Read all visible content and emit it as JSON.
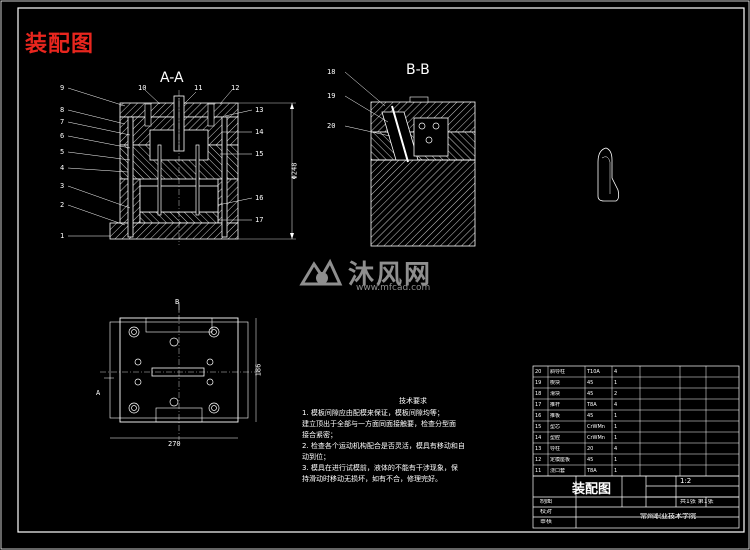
{
  "drawing": {
    "title": "装配图",
    "view_aa": "A-A",
    "view_bb": "B-B",
    "dim_right": "Φ248",
    "dim_bottom": "270",
    "dim_left": "186",
    "section_marker_b": "B",
    "section_marker_a": "A",
    "aa_callouts": [
      "9",
      "8",
      "7",
      "6",
      "5",
      "4",
      "3",
      "2",
      "1",
      "10",
      "11",
      "12",
      "13",
      "14",
      "15",
      "16",
      "17"
    ],
    "bb_callouts": [
      "18",
      "19",
      "20"
    ]
  },
  "watermark": {
    "brand": "沐风网",
    "url": "www.mfcad.com"
  },
  "notes": {
    "heading": "技术要求",
    "lines": [
      "1. 模板间隙应由配模来保证，模板间隙均等；",
      "   建立顶出于全部与一方面同面接触要，检查分型面",
      "   接合紧密；",
      "2. 检查各个运动机构配合是否灵活，模具有移动和自",
      "   动到位；",
      "3. 模具在进行试模前，液体的不能有干涉现象，保",
      "   持滑动时移动无损坏，如有不合，修理完好。"
    ]
  },
  "title_block": {
    "name": "装配图",
    "scale": "1:2",
    "sheet": "共1张 第1张",
    "designer_label": "制图",
    "checker_label": "校对",
    "approver_label": "审核",
    "school": "常州职业技术学院",
    "rows": [
      [
        "20",
        "斜导柱",
        "T10A",
        "4"
      ],
      [
        "19",
        "楔块",
        "45",
        "1"
      ],
      [
        "18",
        "滑块",
        "45",
        "2"
      ],
      [
        "17",
        "推杆",
        "T8A",
        "4"
      ],
      [
        "16",
        "推板",
        "45",
        "1"
      ],
      [
        "15",
        "型芯",
        "CrWMn",
        "1"
      ],
      [
        "14",
        "型腔",
        "CrWMn",
        "1"
      ],
      [
        "13",
        "导柱",
        "20",
        "4"
      ],
      [
        "12",
        "定模座板",
        "45",
        "1"
      ],
      [
        "11",
        "浇口套",
        "T8A",
        "1"
      ]
    ]
  }
}
